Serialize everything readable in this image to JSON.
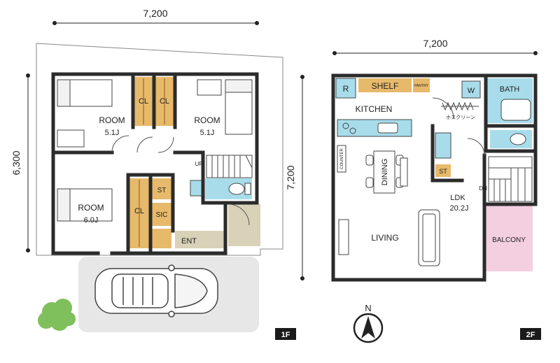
{
  "dims": {
    "f1_width": "7,200",
    "f1_depth": "6,300",
    "f2_width": "7,200",
    "f2_depth": "7,200"
  },
  "floor1": {
    "label": "1F",
    "room_a": "ROOM",
    "room_a_size": "5.1J",
    "room_b": "ROOM",
    "room_b_size": "5.1J",
    "room_c": "ROOM",
    "room_c_size": "6.0J",
    "cl_a": "CL",
    "cl_b": "CL",
    "cl_c": "CL",
    "st": "ST",
    "sic": "SIC",
    "ent": "ENT",
    "up": "UP"
  },
  "floor2": {
    "label": "2F",
    "r": "R",
    "shelf": "SHELF",
    "pantry": "PANTRY",
    "w": "W",
    "bath": "BATH",
    "kitchen": "KITCHEN",
    "hosu": "ホスクリーン",
    "counter": "COUNTER",
    "dining": "DINING",
    "st": "ST",
    "ldk": "LDK",
    "ldk_size": "20.2J",
    "dn": "DN",
    "living": "LIVING",
    "balcony": "BALCONY",
    "north": "N"
  },
  "colors": {
    "wall": "#2b2b2b",
    "closet": "#e7b96b",
    "water": "#a8dceb",
    "balcony": "#f4cfe0",
    "entrance": "#d9d2b8",
    "parking": "#e7e7e7",
    "tag": "#1a1a1a",
    "tree": "#7fbf5c"
  }
}
